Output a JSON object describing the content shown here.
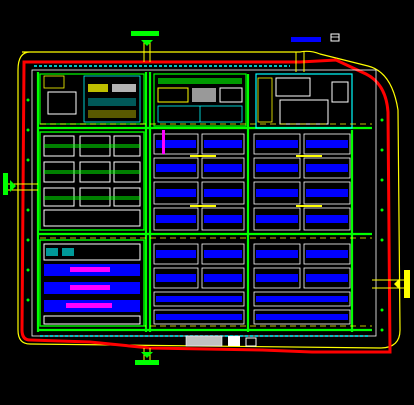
{
  "drawing": {
    "background": "#000000",
    "colors": {
      "boundary": "#ff0000",
      "road": "#ffff00",
      "green": "#00ff00",
      "cyan": "#00ffff",
      "white": "#ffffff",
      "blue": "#0000ff",
      "magenta": "#ff00ff",
      "gray": "#c0c0c0"
    }
  },
  "entrances": [
    {
      "name": "north-entrance-arrow",
      "direction": "down"
    },
    {
      "name": "south-entrance-arrow",
      "direction": "down"
    },
    {
      "name": "west-entrance-arrow",
      "direction": "right"
    },
    {
      "name": "east-entrance-arrow",
      "direction": "left"
    }
  ],
  "legend": {
    "bar_color": "#0000ff"
  }
}
